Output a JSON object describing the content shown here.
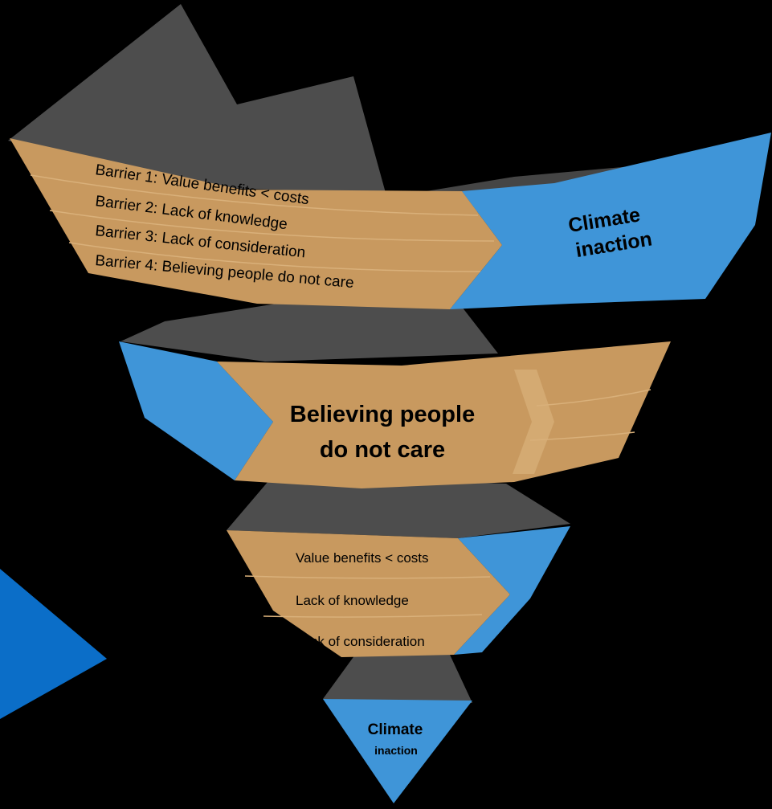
{
  "colors": {
    "background": "#000000",
    "gold": "#c8995f",
    "blue": "#3f95d8",
    "gray": "#4d4d4d",
    "accent_blue": "#0b6ec8",
    "text": "#000000"
  },
  "tier1": {
    "barriers": [
      "Barrier 1: Value benefits < costs",
      "Barrier 2: Lack of knowledge",
      "Barrier 3: Lack of consideration",
      "Barrier 4: Believing people do not care"
    ],
    "outcome_line1": "Climate",
    "outcome_line2": "inaction"
  },
  "tier2": {
    "line1": "Believing people",
    "line2": "do not care"
  },
  "tier3": {
    "items": [
      "Value benefits < costs",
      "Lack of knowledge",
      "Lack of consideration"
    ]
  },
  "tier4": {
    "line1": "Climate",
    "line2": "inaction"
  }
}
